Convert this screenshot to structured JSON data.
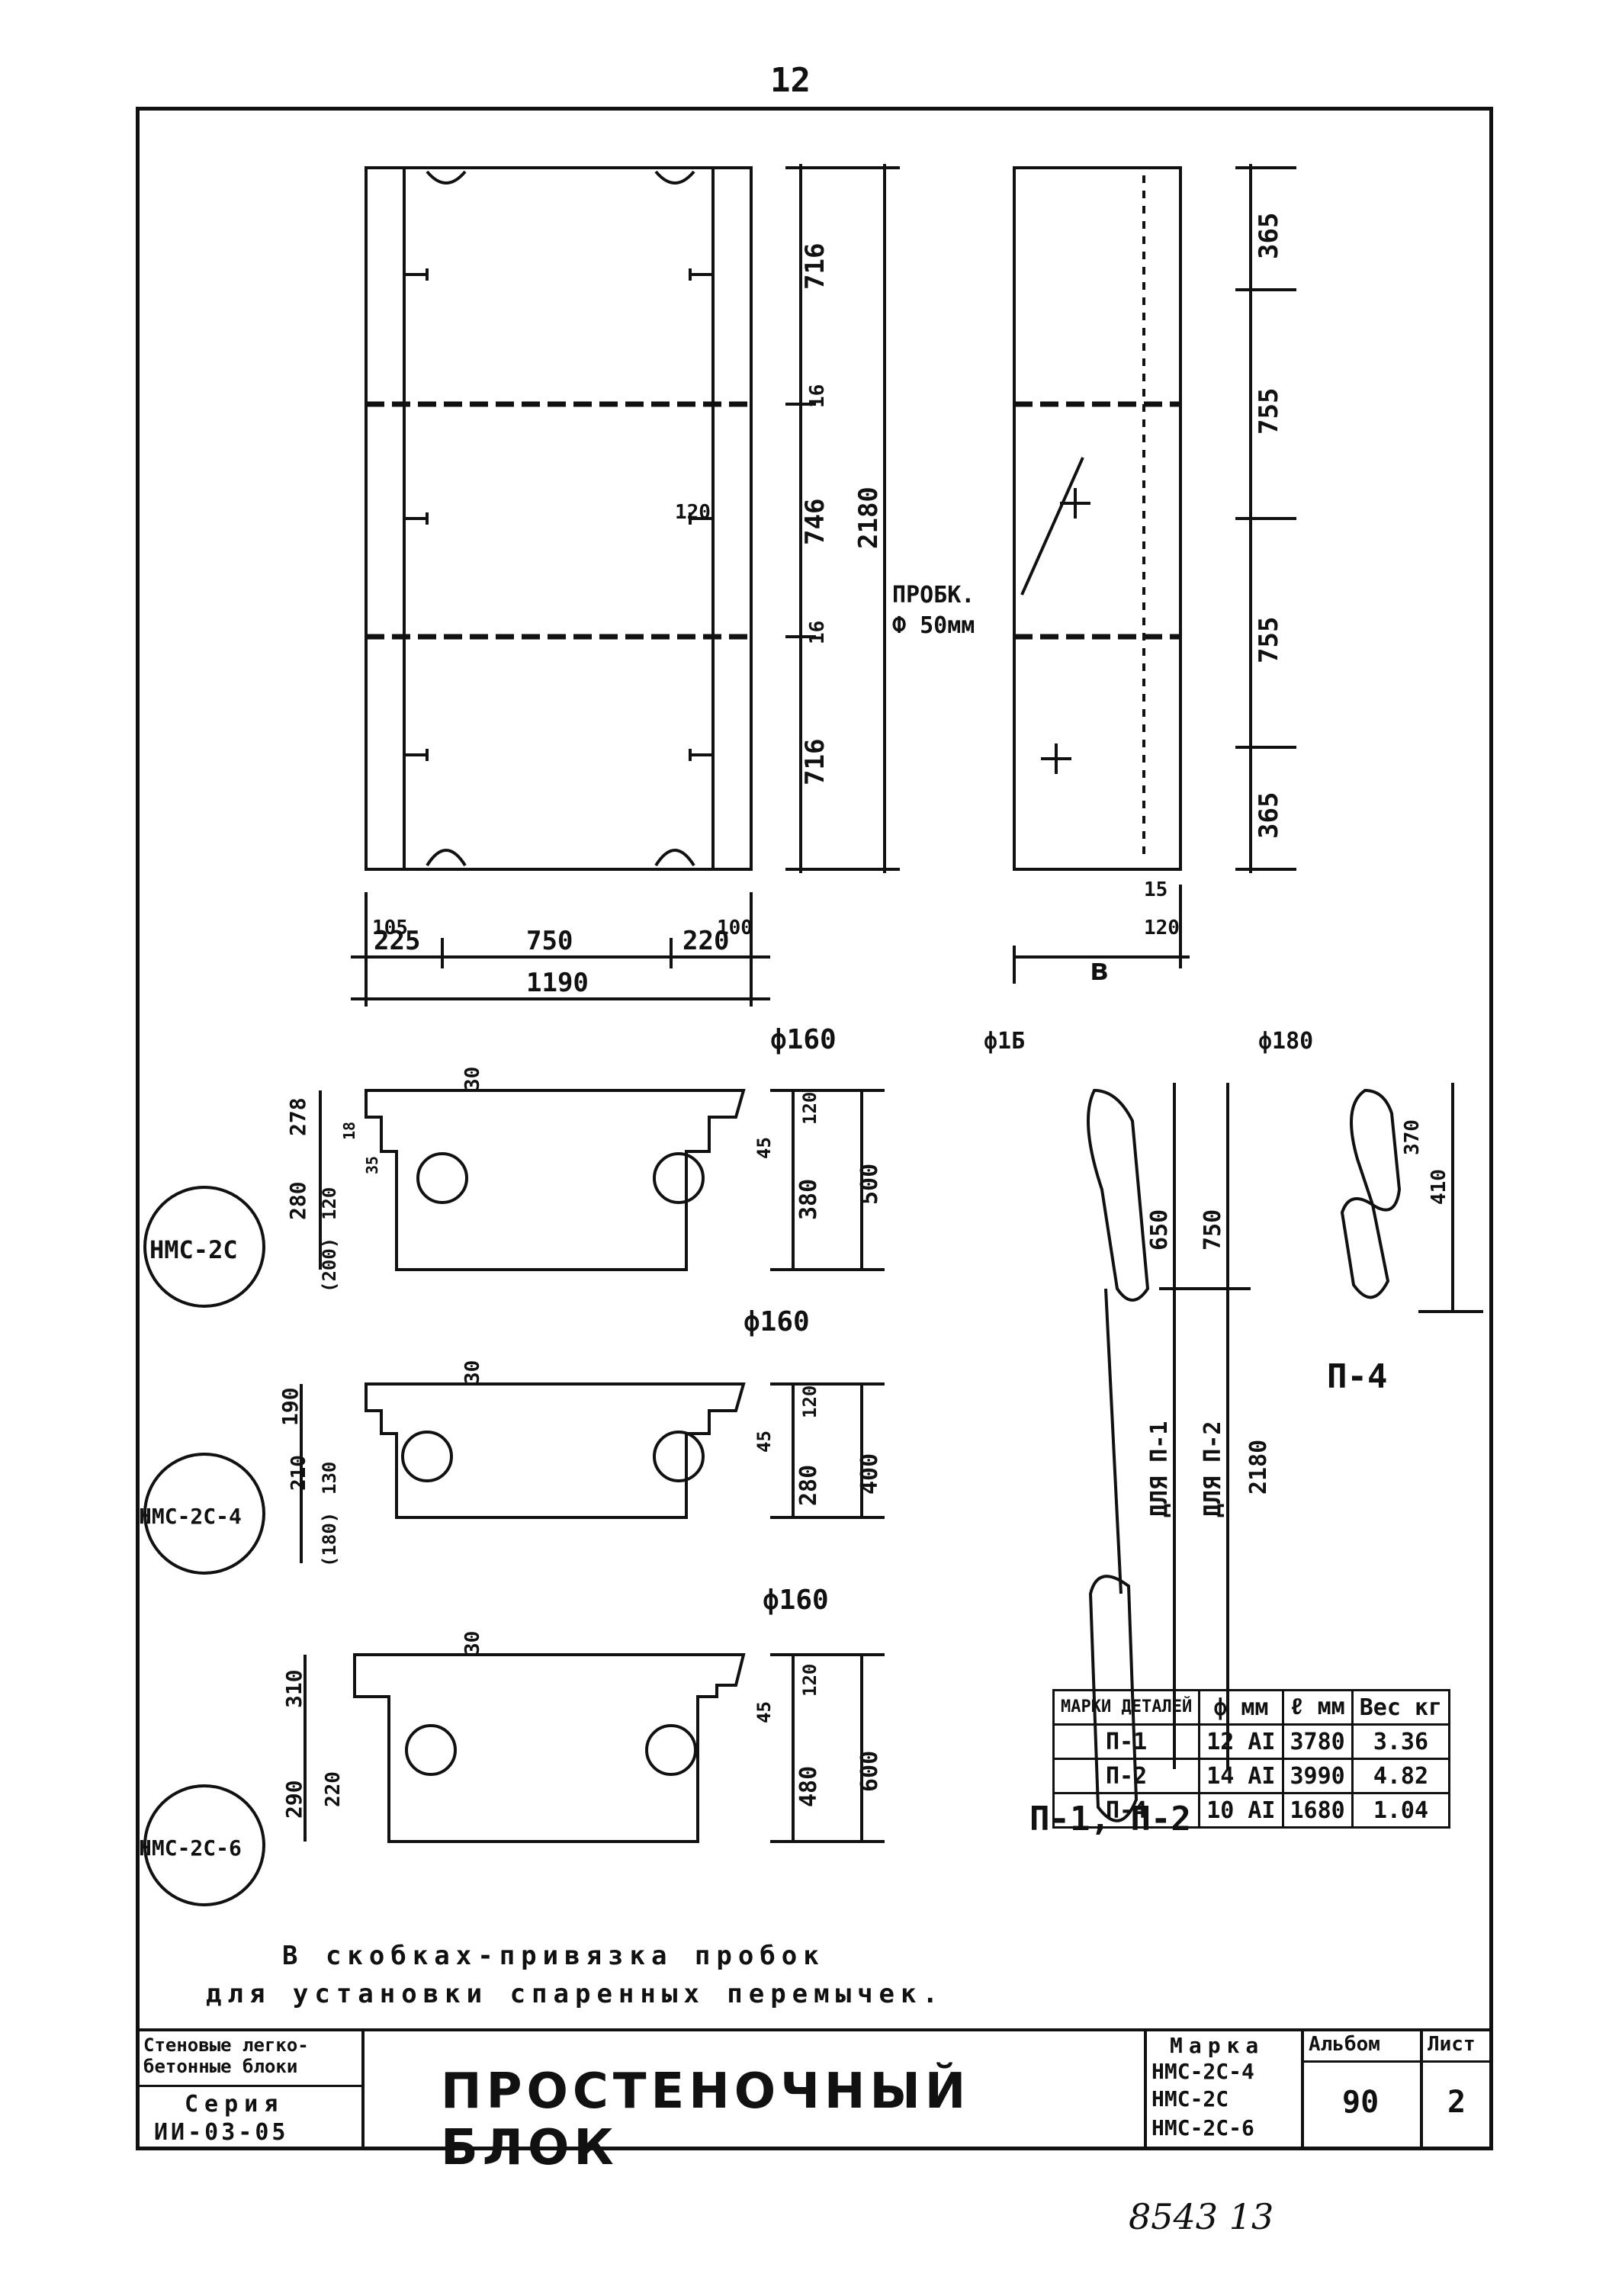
{
  "page_number": "12",
  "stamp": "8543  13",
  "top_left_view": {
    "dims_bottom": [
      "225",
      "750",
      "220"
    ],
    "dims_bottom_small": [
      "105",
      "100"
    ],
    "total_width": "1190",
    "dims_right": [
      "716",
      "16",
      "746",
      "16",
      "716"
    ],
    "total_height": "2180",
    "inner_dim": "120"
  },
  "top_right_view": {
    "probka_label_1": "ПРОБК.",
    "probka_label_2": "Ф 50мм",
    "dims_right": [
      "365",
      "755",
      "755",
      "365"
    ],
    "dims_bottom": [
      "15",
      "120"
    ],
    "width_symbol": "в"
  },
  "sections": [
    {
      "mark": "НМС-2С",
      "diameter": "ф160",
      "top": "30",
      "left_dims": [
        "278",
        "280",
        "120",
        "(200)"
      ],
      "left_small": [
        "18",
        "35"
      ],
      "right_dims": [
        "120",
        "45",
        "380",
        "500"
      ]
    },
    {
      "mark": "НМС-2С-4",
      "diameter": "ф160",
      "top": "30",
      "left_dims": [
        "190",
        "210",
        "130",
        "(180)"
      ],
      "right_dims": [
        "120",
        "45",
        "280",
        "400"
      ]
    },
    {
      "mark": "НМС-2С-6",
      "diameter": "ф160",
      "top": "30",
      "left_dims": [
        "310",
        "290",
        "220"
      ],
      "right_dims": [
        "120",
        "45",
        "480",
        "600"
      ]
    }
  ],
  "loops": {
    "p12": {
      "diameter": "ф1Б",
      "dims": [
        "650",
        "750",
        "2180"
      ],
      "label_p1": "ДЛЯ П-1",
      "label_p2": "ДЛЯ П-2",
      "caption": "П-1, П-2"
    },
    "p4": {
      "diameter": "ф180",
      "dims": [
        "370",
        "410"
      ],
      "caption": "П-4"
    }
  },
  "spec_table": {
    "headers": [
      "МАРКИ ДЕТАЛЕЙ",
      "ф мм",
      "ℓ мм",
      "Вес кг"
    ],
    "rows": [
      [
        "П-1",
        "12 АI",
        "3780",
        "3.36"
      ],
      [
        "П-2",
        "14 АI",
        "3990",
        "4.82"
      ],
      [
        "П-4",
        "10 АI",
        "1680",
        "1.04"
      ]
    ]
  },
  "note_1": "В скобках-привязка пробок",
  "note_2": "для установки спаренных перемычек.",
  "title_block": {
    "left_1": "Стеновые легко-",
    "left_2": "бетонные блоки",
    "series_label": "Серия",
    "series_value": "ИИ-03-05",
    "title": "ПРОСТЕНОЧНЫЙ БЛОК",
    "marka_label": "Марка",
    "marks": [
      "НМС-2С-4",
      "НМС-2С",
      "НМС-2С-6"
    ],
    "album_label": "Альбом",
    "album_value": "90",
    "sheet_label": "Лист",
    "sheet_value": "2"
  }
}
